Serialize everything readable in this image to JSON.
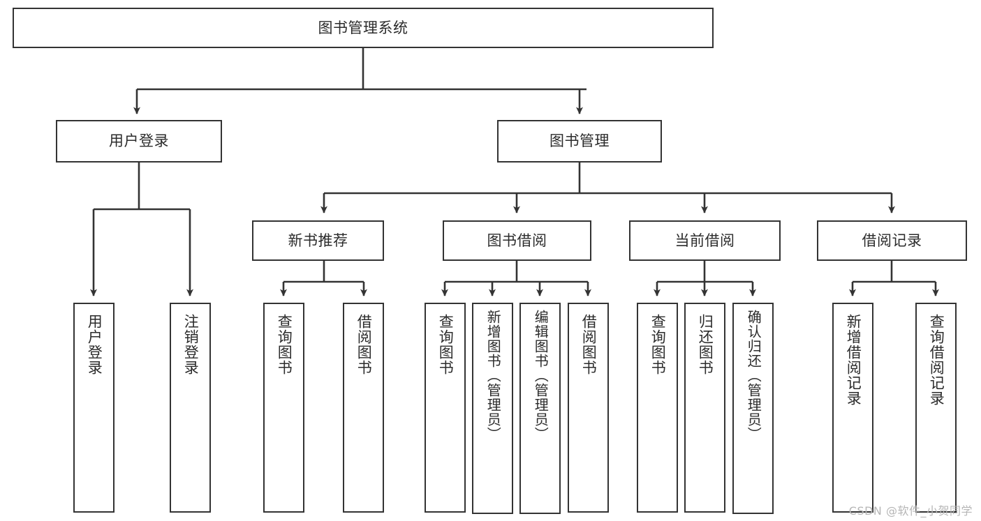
{
  "diagram": {
    "type": "tree",
    "title": "图书管理系统",
    "watermark": "CSDN @软件_小贺同学",
    "colors": {
      "box_border": "#333333",
      "box_fill": "#ffffff",
      "line": "#333333",
      "text": "#2b2b2b",
      "watermark": "#b6b6b6",
      "background": "#ffffff"
    },
    "root": {
      "label": "图书管理系统"
    },
    "level2": [
      {
        "label": "用户登录"
      },
      {
        "label": "图书管理"
      }
    ],
    "level3": [
      {
        "label": "新书推荐"
      },
      {
        "label": "图书借阅"
      },
      {
        "label": "当前借阅"
      },
      {
        "label": "借阅记录"
      }
    ],
    "leaves": {
      "user_login": [
        {
          "label": "用户登录"
        },
        {
          "label": "注销登录"
        }
      ],
      "new_book_recommend": [
        {
          "label": "查询图书"
        },
        {
          "label": "借阅图书"
        }
      ],
      "book_borrow": [
        {
          "label": "查询图书"
        },
        {
          "label": "新增图书（管理员）"
        },
        {
          "label": "编辑图书（管理员）"
        },
        {
          "label": "借阅图书"
        }
      ],
      "current_borrow": [
        {
          "label": "查询图书"
        },
        {
          "label": "归还图书"
        },
        {
          "label": "确认归还（管理员）"
        }
      ],
      "borrow_record": [
        {
          "label": "新增借阅记录"
        },
        {
          "label": "查询借阅记录"
        }
      ]
    }
  }
}
